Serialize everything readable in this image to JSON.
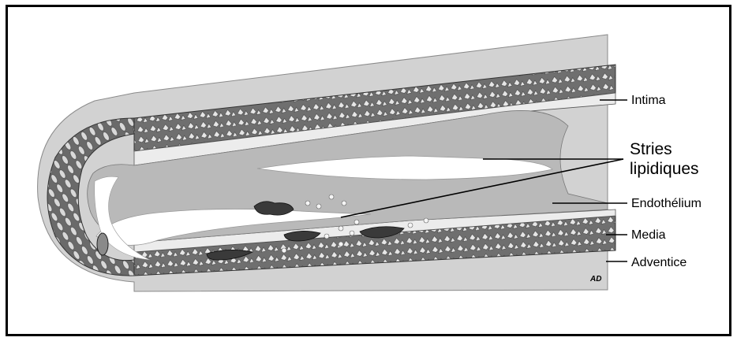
{
  "labels": {
    "intima": "Intima",
    "stries_line1": "Stries",
    "stries_line2": "lipidiques",
    "endothelium": "Endothélium",
    "media": "Media",
    "adventice": "Adventice",
    "signature": "AD"
  },
  "colors": {
    "frame": "#000000",
    "adventitia": "#cfcfcf",
    "media": "#6f6f6f",
    "media_cell": "#e6e6e6",
    "intima": "#b8b8b8",
    "endothelium": "#f2f2f2",
    "lumen": "#ffffff",
    "lipid": "#3a3a3a"
  }
}
